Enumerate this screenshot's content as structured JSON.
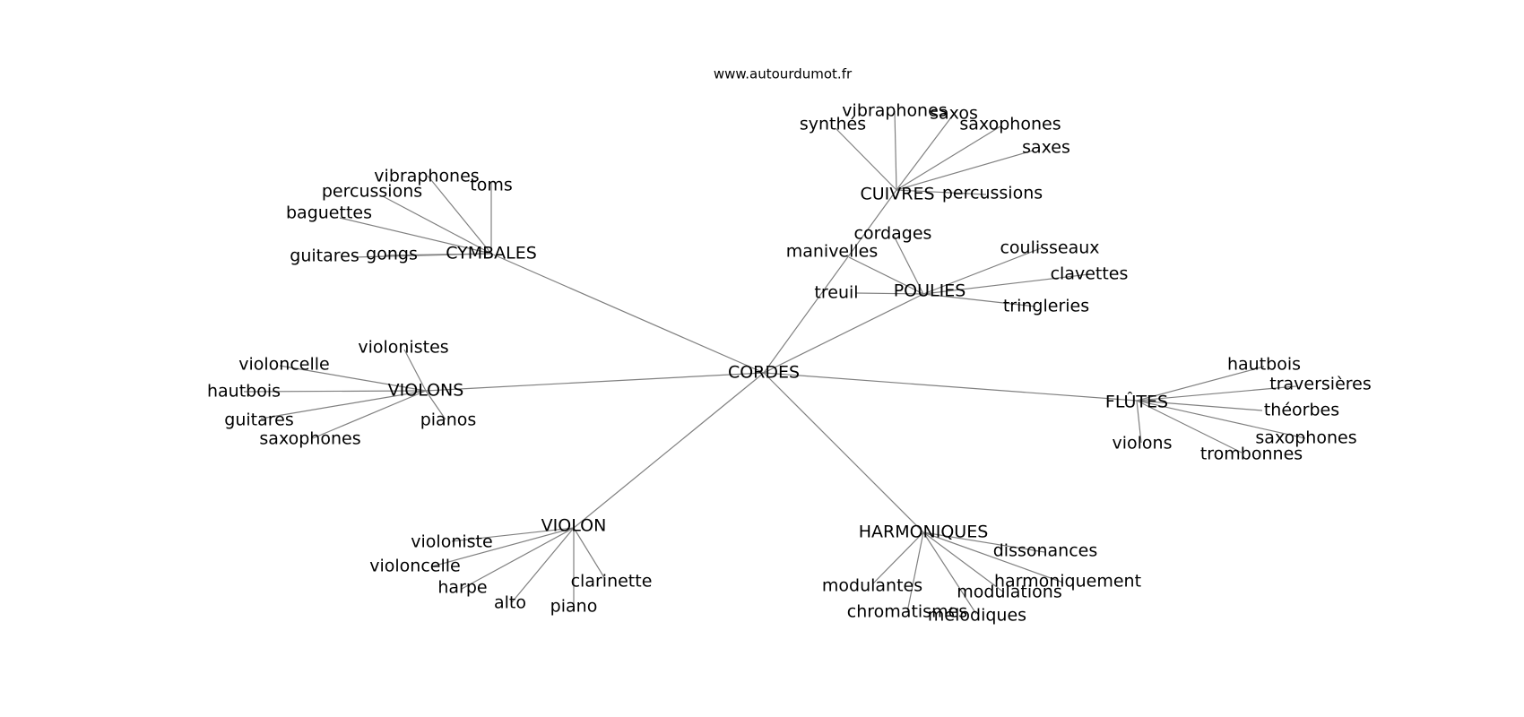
{
  "source": "www.autourdumot.fr",
  "center": "CORDES",
  "clusters": [
    {
      "hub": "CYMBALES",
      "leaves": [
        "vibraphones",
        "toms",
        "percussions",
        "baguettes",
        "guitares",
        "gongs"
      ]
    },
    {
      "hub": "CUIVRES",
      "leaves": [
        "vibraphones",
        "saxos",
        "synthés",
        "saxophones",
        "saxes",
        "percussions"
      ]
    },
    {
      "hub": "POULIES",
      "leaves": [
        "cordages",
        "manivelles",
        "coulisseaux",
        "clavettes",
        "treuil",
        "tringleries"
      ]
    },
    {
      "hub": "VIOLONS",
      "leaves": [
        "violonistes",
        "violoncelle",
        "hautbois",
        "guitares",
        "saxophones",
        "pianos"
      ]
    },
    {
      "hub": "FLÛTES",
      "leaves": [
        "hautbois",
        "traversières",
        "théorbes",
        "saxophones",
        "violons",
        "trombonnes"
      ]
    },
    {
      "hub": "VIOLON",
      "leaves": [
        "violoniste",
        "violoncelle",
        "harpe",
        "alto",
        "piano",
        "clarinette"
      ]
    },
    {
      "hub": "HARMONIQUES",
      "leaves": [
        "dissonances",
        "harmoniquement",
        "modulantes",
        "modulations",
        "chromatismes",
        "mélodiques"
      ]
    }
  ]
}
